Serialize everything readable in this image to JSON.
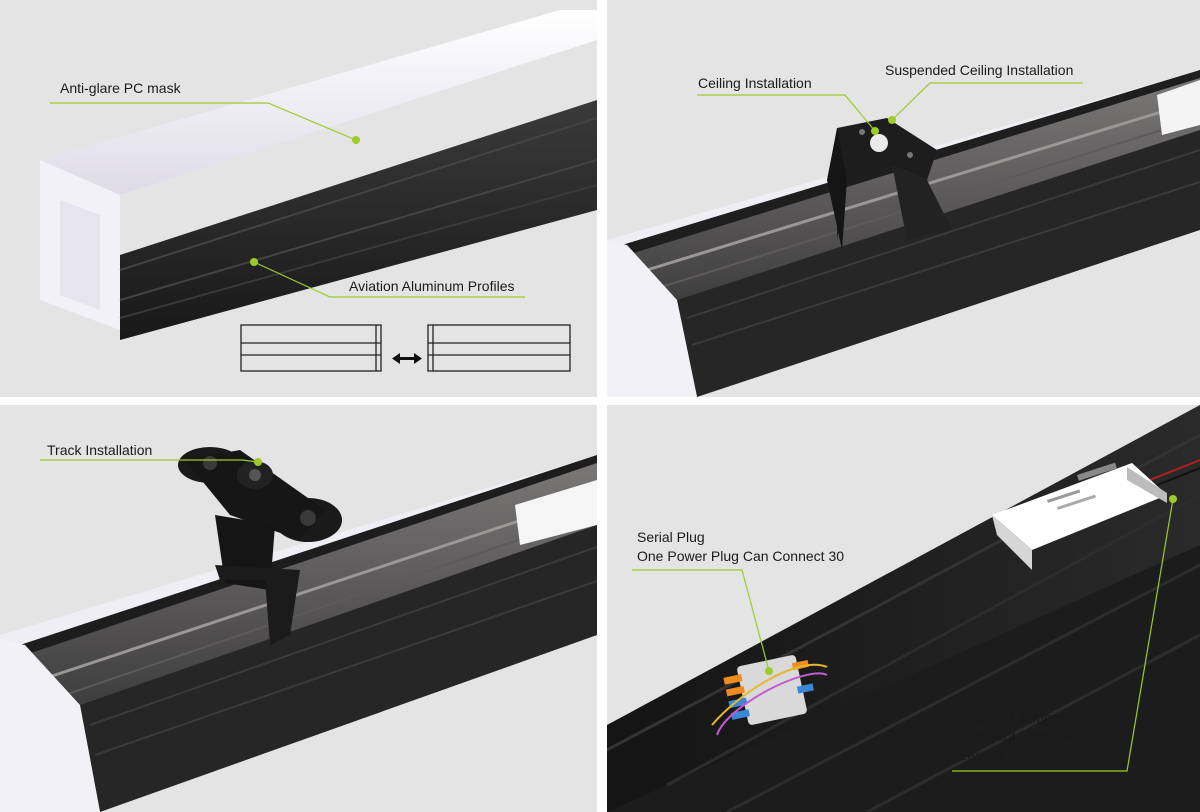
{
  "panels": {
    "p1": {
      "label_mask": "Anti-glare PC mask",
      "label_profile": "Aviation Aluminum Profiles"
    },
    "p2": {
      "label_ceiling": "Ceiling Installation",
      "label_suspended": "Suspended Ceiling Installation"
    },
    "p3": {
      "label_track": "Track Installation"
    },
    "p4": {
      "label_serial_1": "Serial Plug",
      "label_serial_2": "One Power Plug Can Connect 30",
      "driver_lines": [
        "Exposed Driver",
        "Reduced Temperature",
        "Sufficient Light Life",
        "Easy to Disassemble"
      ]
    }
  },
  "colors": {
    "accent": "#9ccb2a",
    "panel_bg": "#e4e4e4",
    "aluminum": "#2a2a2a",
    "diffuser": "#f1f0f6"
  }
}
